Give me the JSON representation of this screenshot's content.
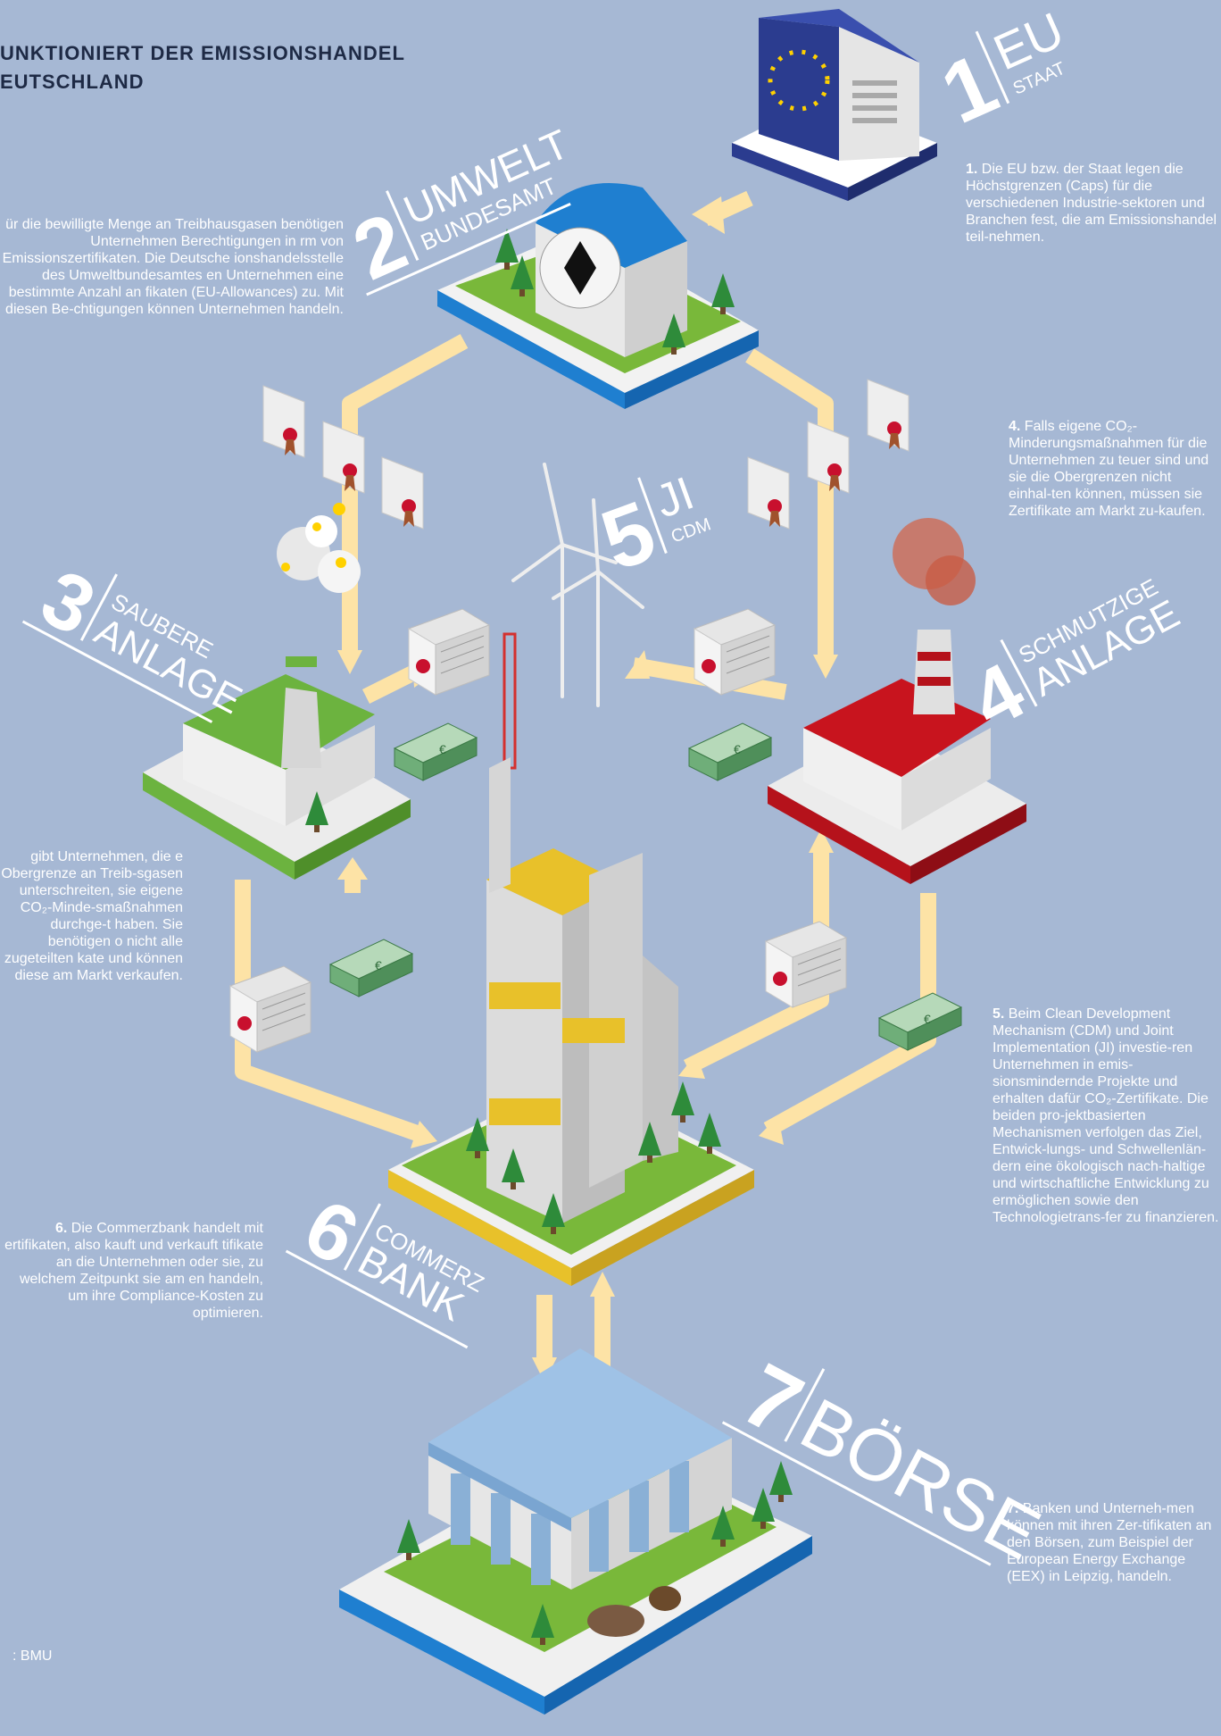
{
  "title": {
    "line1": "UNKTIONIERT DER EMISSIONSHANDEL",
    "line2": "EUTSCHLAND"
  },
  "stations": {
    "s1": {
      "number": "1",
      "big": "EU",
      "small": "STAAT"
    },
    "s2": {
      "number": "2",
      "big": "UMWELT",
      "small": "BUNDESAMT"
    },
    "s3": {
      "number": "3",
      "small": "SAUBERE",
      "big": "ANLAGE"
    },
    "s4": {
      "number": "4",
      "small": "SCHMUTZIGE",
      "big": "ANLAGE"
    },
    "s5": {
      "number": "5",
      "big": "JI",
      "small": "CDM"
    },
    "s6": {
      "number": "6",
      "small": "COMMERZ",
      "big": "BANK"
    },
    "s7": {
      "number": "7",
      "big": "BÖRSE"
    }
  },
  "texts": {
    "t1": {
      "num": "1.",
      "body": "Die EU bzw. der Staat legen die Höchstgrenzen (Caps) für die verschiedenen Industrie-sektoren und Branchen fest, die am Emissionshandel teil-nehmen."
    },
    "t2": {
      "body": "ür die bewilligte Menge an Treibhausgasen benötigen Unternehmen Berechtigungen in rm von Emissionszertifikaten. Die Deutsche ionshandelsstelle des Umweltbundesamtes en Unternehmen eine bestimmte Anzahl an fikaten (EU-Allowances) zu. Mit diesen Be-chtigungen können Unternehmen handeln."
    },
    "t3": {
      "body": "gibt Unternehmen, die e Obergrenze an Treib-sgasen unterschreiten, sie eigene CO₂-Minde-smaßnahmen durchge-t haben. Sie benötigen o nicht alle zugeteilten kate und können diese am Markt verkaufen."
    },
    "t4": {
      "num": "4.",
      "body": "Falls eigene CO₂-Minderungsmaßnahmen für die Unternehmen zu teuer sind und sie die Obergrenzen nicht einhal-ten können, müssen sie Zertifikate am Markt zu-kaufen."
    },
    "t5": {
      "num": "5.",
      "body": "Beim Clean Development Mechanism (CDM) und Joint Implementation (JI) investie-ren Unternehmen in emis-sionsmindernde Projekte und erhalten dafür CO₂-Zertifikate. Die beiden pro-jektbasierten Mechanismen verfolgen das Ziel, Entwick-lungs- und Schwellenlän-dern eine ökologisch nach-haltige und wirtschaftliche Entwicklung zu ermöglichen sowie den Technologietrans-fer zu finanzieren."
    },
    "t6": {
      "num": "6.",
      "body": "Die Commerzbank handelt mit ertifikaten, also kauft und verkauft tifikate an die Unternehmen oder sie, zu welchem Zeitpunkt sie am en handeln, um ihre Compliance-Kosten zu optimieren."
    },
    "t7": {
      "num": "7.",
      "body": "Banken und Unterneh-men können mit ihren Zer-tifikaten an den Börsen, zum Beispiel der European Energy Exchange (EEX) in Leipzig, handeln."
    }
  },
  "source": ": BMU",
  "colors": {
    "background": "#a6b8d4",
    "arrow": "#fde3a6",
    "clean": "#6cb33f",
    "dirty": "#b5121b",
    "bank": "#e8c12a",
    "eu": "#2b3c8f",
    "uba": "#1f7fd0"
  }
}
